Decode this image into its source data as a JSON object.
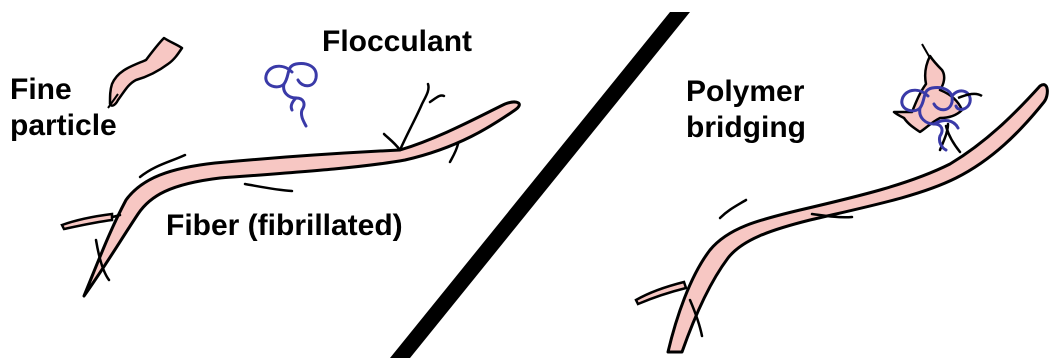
{
  "left_panel": {
    "fine_particle_label": [
      "Fine",
      "particle"
    ],
    "flocculant_label": "Flocculant",
    "fiber_label": "Fiber (fibrillated)"
  },
  "right_panel": {
    "bridging_label": [
      "Polymer",
      "bridging"
    ]
  },
  "colors": {
    "fiber_fill": "#f7c7c3",
    "outline": "#000000",
    "polymer": "#3a3aa8",
    "divider": "#000000",
    "background": "#ffffff"
  }
}
